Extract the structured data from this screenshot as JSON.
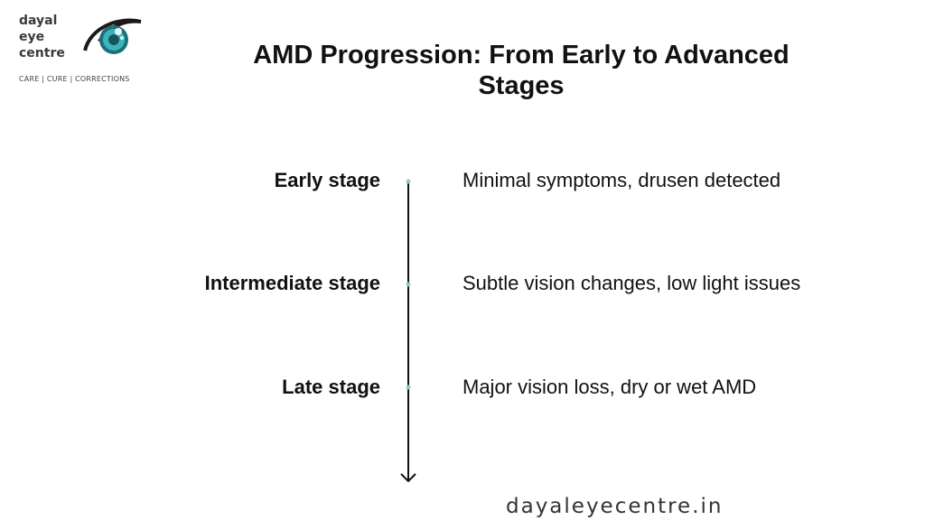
{
  "logo": {
    "line1": "dayal",
    "line2": "eye",
    "line3": "centre",
    "tagline": "CARE | CURE | CORRECTIONS"
  },
  "title": "AMD Progression: From Early to Advanced Stages",
  "stages": [
    {
      "label": "Early stage",
      "description": "Minimal symptoms, drusen detected"
    },
    {
      "label": "Intermediate stage",
      "description": "Subtle vision changes, low light issues"
    },
    {
      "label": "Late stage",
      "description": "Major vision loss, dry or wet AMD"
    }
  ],
  "footer": "dayaleyecentre.in",
  "colors": {
    "accent": "#2aa3a8",
    "dot": "#8fc9cc"
  }
}
